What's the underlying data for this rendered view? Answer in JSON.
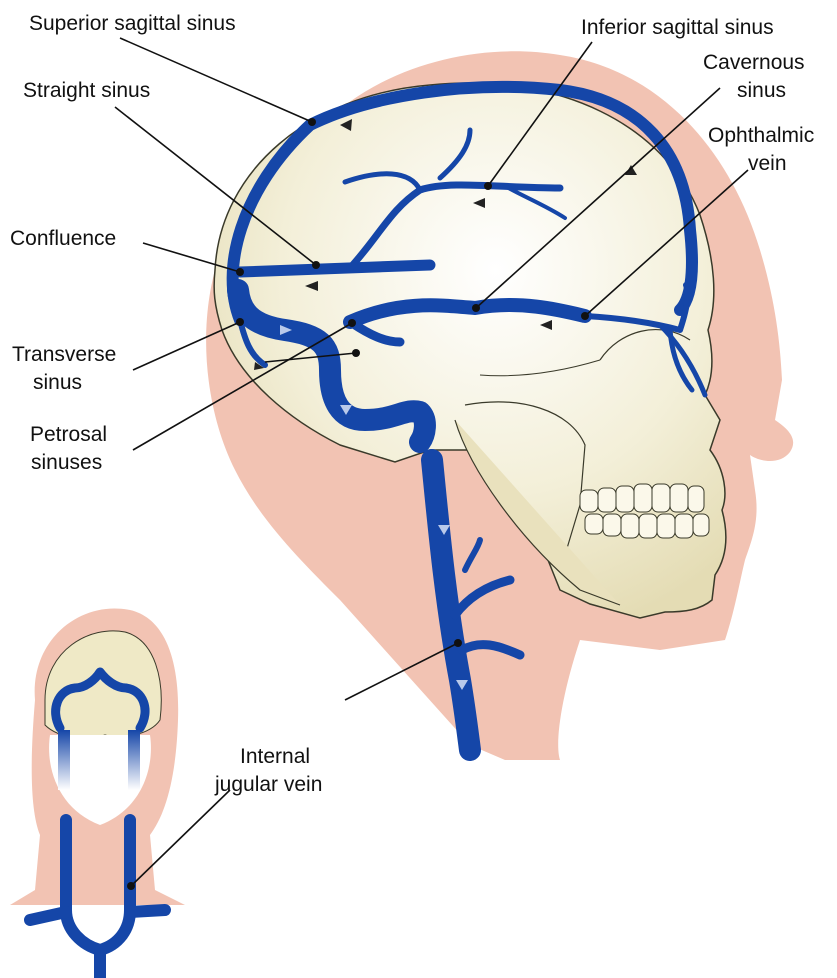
{
  "labels": {
    "superior_sagittal_sinus": "Superior sagittal sinus",
    "straight_sinus": "Straight sinus",
    "confluence": "Confluence",
    "transverse_sinus_line1": "Transverse",
    "transverse_sinus_line2": "sinus",
    "petrosal_sinuses_line1": "Petrosal",
    "petrosal_sinuses_line2": "sinuses",
    "inferior_sagittal_sinus": "Inferior sagittal sinus",
    "cavernous_sinus_line1": "Cavernous",
    "cavernous_sinus_line2": "sinus",
    "ophthalmic_vein_line1": "Ophthalmic",
    "ophthalmic_vein_line2": "vein",
    "internal_jugular_vein_line1": "Internal",
    "internal_jugular_vein_line2": "jugular vein"
  },
  "colors": {
    "skin": "#f2c3b3",
    "skull": "#efe9c6",
    "skull_outline": "#3a3a2a",
    "vein": "#1546a8",
    "vein_light": "#4f6fc4",
    "background": "#ffffff"
  }
}
